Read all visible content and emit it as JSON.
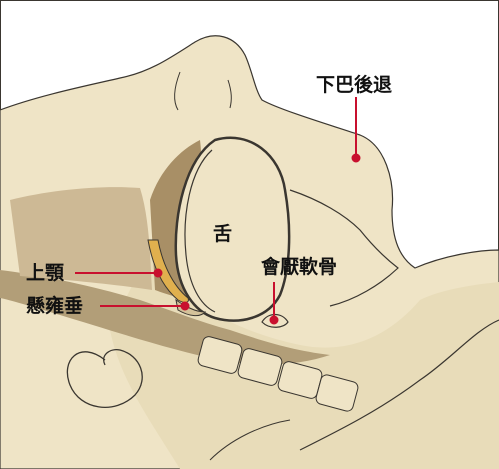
{
  "labels": {
    "jaw": "下巴後退",
    "tongue": "舌",
    "epiglottis": "會厭軟骨",
    "palate": "上顎",
    "uvula": "懸雍垂"
  },
  "colors": {
    "skin": "#efe4c6",
    "shadow": "#c8b38c",
    "airway": "#9a8562",
    "palate": "#e0b04e",
    "leader_line": "#c8102e",
    "outline": "#3a3630"
  }
}
